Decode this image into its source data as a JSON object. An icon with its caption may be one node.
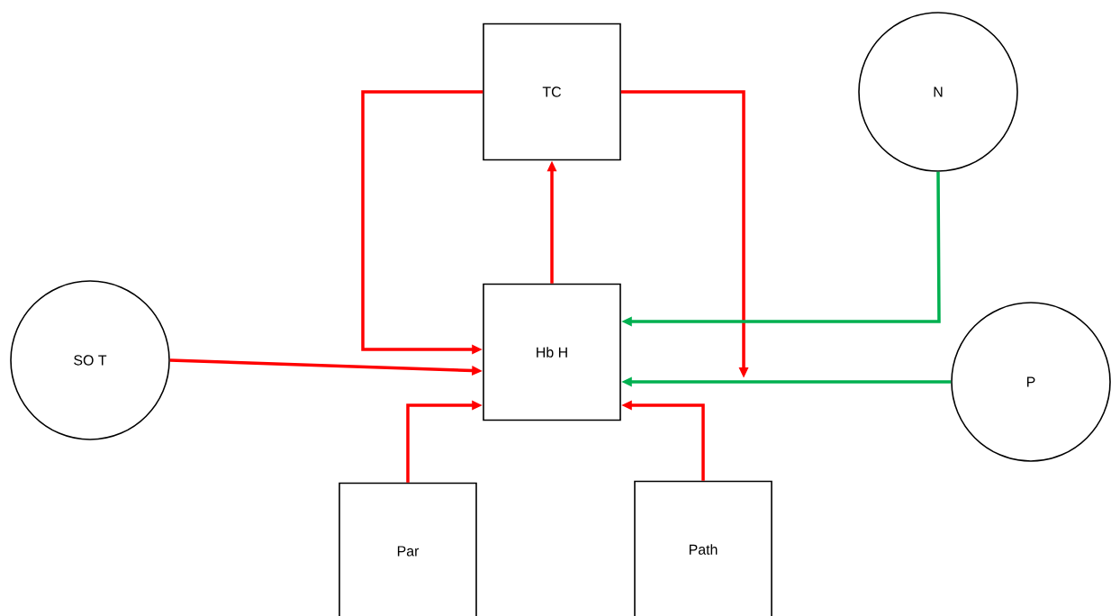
{
  "diagram": {
    "nodes": [
      {
        "text": [
          "TC"
        ]
      },
      {
        "text": [
          "N"
        ]
      },
      {
        "text": [
          "SO T"
        ]
      },
      {
        "text": [
          "Hb H"
        ]
      },
      {
        "text": [
          "P"
        ]
      },
      {
        "text": [
          "Par"
        ]
      },
      {
        "text": [
          "Path"
        ]
      }
    ],
    "edges": [
      {
        "from": 3,
        "to": 0,
        "arrow": "to",
        "color": "#ff0000"
      },
      {
        "from": 0,
        "to": 3,
        "arrow": "to",
        "color": "#ff0000"
      },
      {
        "from": 0,
        "to": null,
        "arrow": "to",
        "color": "#ff0000"
      },
      {
        "from": 2,
        "to": 3,
        "arrow": "to",
        "color": "#ff0000"
      },
      {
        "from": 5,
        "to": 3,
        "arrow": "to",
        "color": "#ff0000"
      },
      {
        "from": 6,
        "to": 3,
        "arrow": "to",
        "color": "#ff0000"
      },
      {
        "from": 1,
        "to": 3,
        "arrow": "to",
        "color": "#00b050"
      },
      {
        "from": 4,
        "to": 3,
        "arrow": "to",
        "color": "#00b050"
      }
    ]
  }
}
